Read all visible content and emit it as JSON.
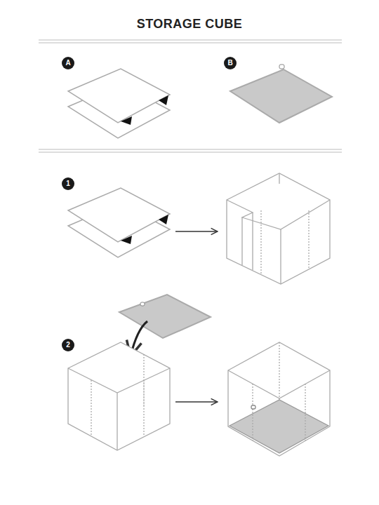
{
  "diagram": {
    "title": "STORAGE CUBE",
    "labels": [
      "A",
      "B",
      "1",
      "2"
    ]
  }
}
